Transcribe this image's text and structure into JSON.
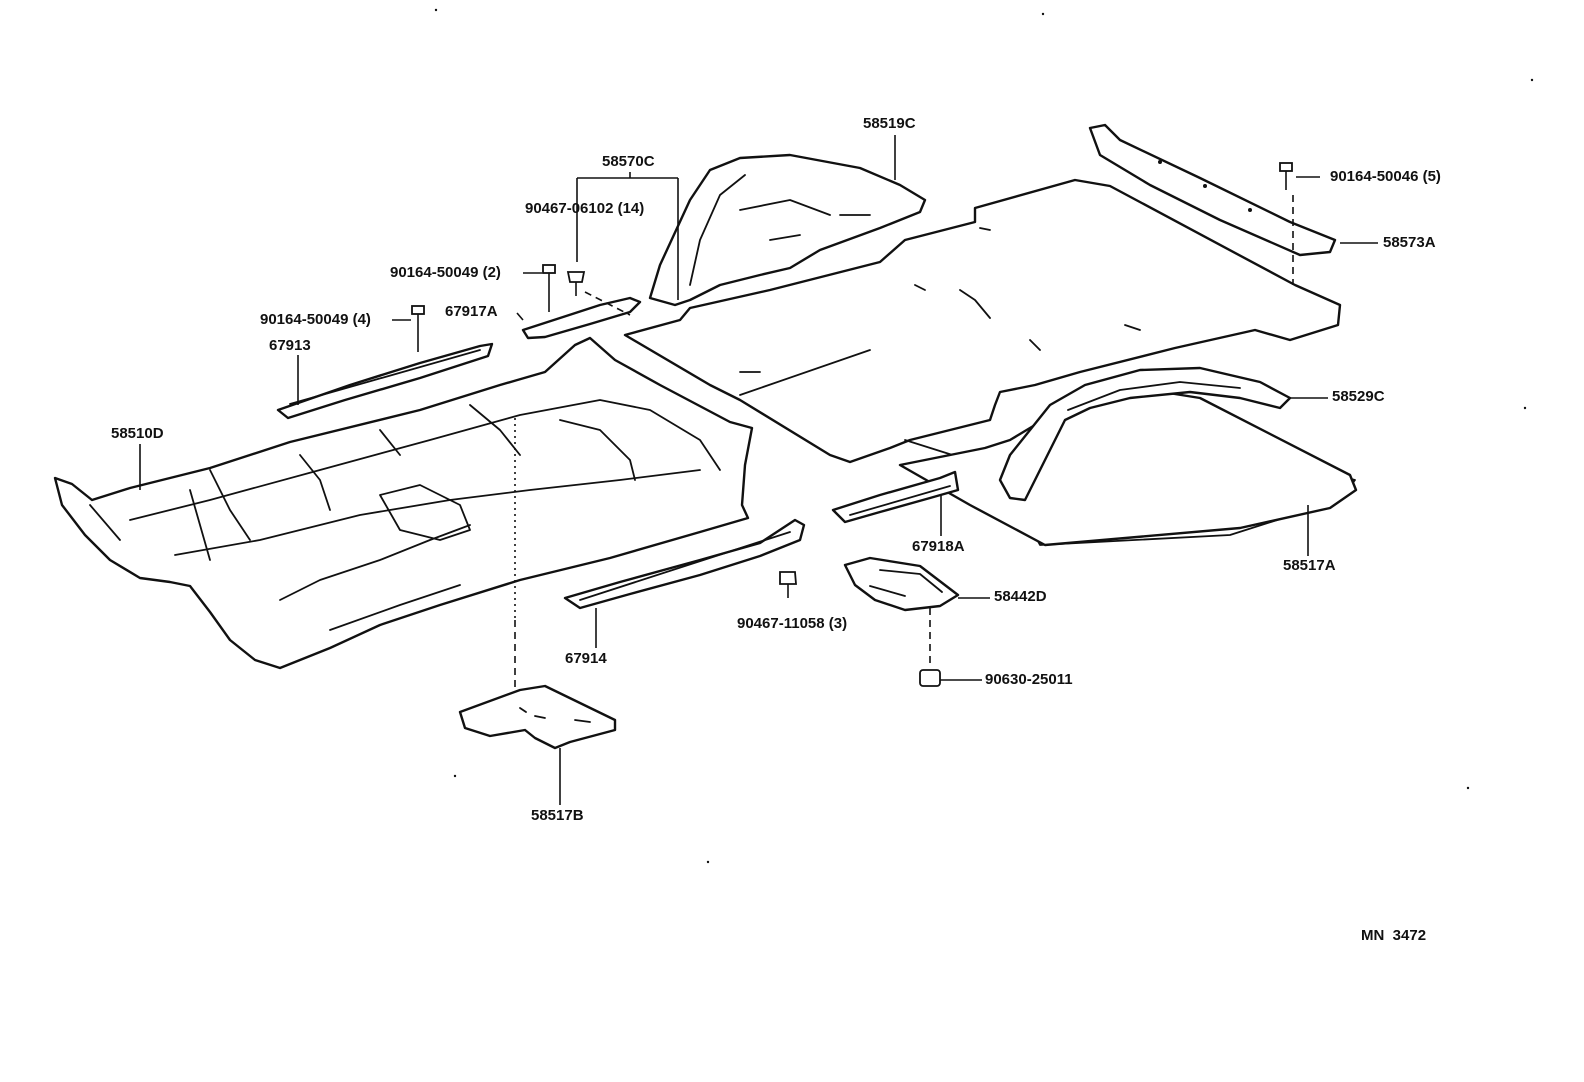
{
  "diagram": {
    "labels": {
      "p58519C": "58519C",
      "p58570C": "58570C",
      "p90467_06102": "90467-06102 (14)",
      "p90164_50049_2": "90164-50049 (2)",
      "p90164_50049_4": "90164-50049 (4)",
      "p67917A": "67917A",
      "p67913": "67913",
      "p58510D": "58510D",
      "p90164_50046": "90164-50046 (5)",
      "p58573A": "58573A",
      "p58529C": "58529C",
      "p67918A": "67918A",
      "p58517A": "58517A",
      "p58442D": "58442D",
      "p90467_11058": "90467-11058 (3)",
      "p90630_25011": "90630-25011",
      "p67914": "67914",
      "p58517B": "58517B"
    },
    "figure_code": "MN  3472"
  }
}
